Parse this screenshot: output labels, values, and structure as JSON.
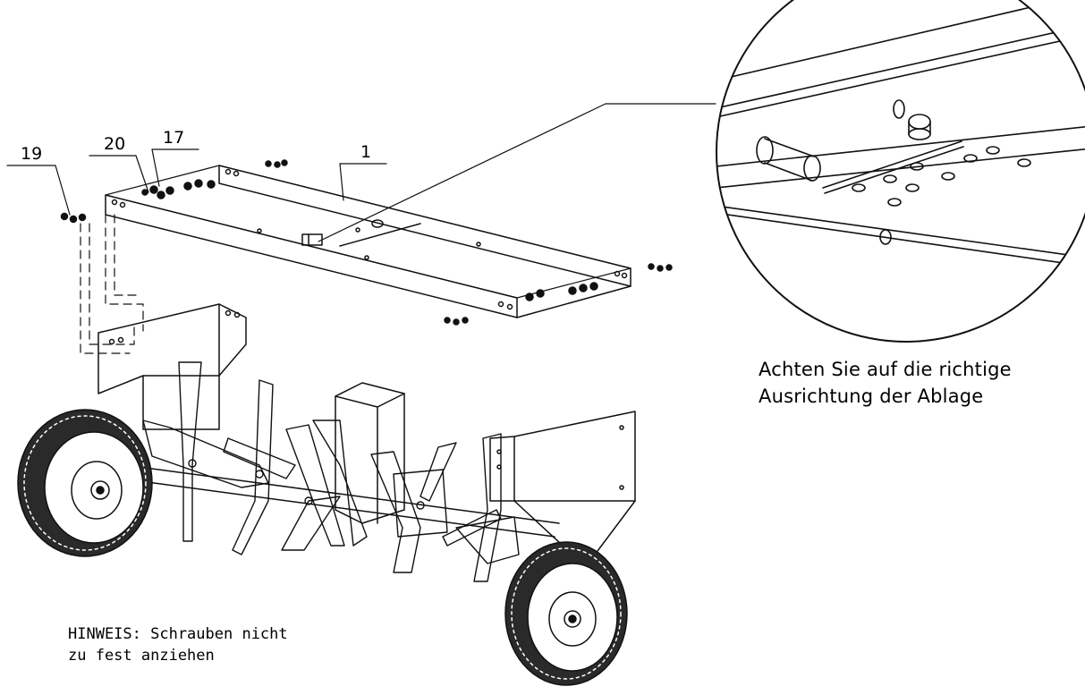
{
  "part_numbers": {
    "p19": "19",
    "p20": "20",
    "p17": "17",
    "p1": "1"
  },
  "notes": {
    "zoom_line1": "Achten Sie auf die richtige",
    "zoom_line2": "Ausrichtung der Ablage",
    "tighten_line1": "HINWEIS: Schrauben nicht",
    "tighten_line2": "zu fest anziehen"
  },
  "colors": {
    "line": "#111111",
    "background": "#ffffff",
    "tire": "#2a2a2a"
  }
}
